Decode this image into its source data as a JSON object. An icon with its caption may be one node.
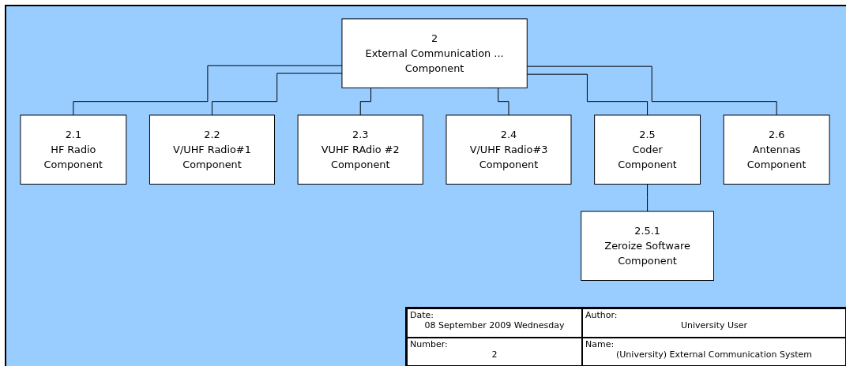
{
  "diagram": {
    "nodes": [
      {
        "text": [
          "2",
          "External Communication ...",
          "Component"
        ]
      },
      {
        "text": [
          "2.1",
          "HF Radio",
          "Component"
        ]
      },
      {
        "text": [
          "2.2",
          "V/UHF Radio#1",
          "Component"
        ]
      },
      {
        "text": [
          "2.3",
          "VUHF RAdio #2",
          "Component"
        ]
      },
      {
        "text": [
          "2.4",
          "V/UHF Radio#3",
          "Component"
        ]
      },
      {
        "text": [
          "2.5",
          "Coder",
          "Component"
        ]
      },
      {
        "text": [
          "2.6",
          "Antennas",
          "Component"
        ]
      },
      {
        "text": [
          "2.5.1",
          "Zeroize Software",
          "Component"
        ]
      }
    ],
    "edges": [
      {
        "from": 0,
        "to": 1,
        "arrow": "none"
      },
      {
        "from": 0,
        "to": 2,
        "arrow": "none"
      },
      {
        "from": 0,
        "to": 3,
        "arrow": "none"
      },
      {
        "from": 0,
        "to": 4,
        "arrow": "none"
      },
      {
        "from": 0,
        "to": 5,
        "arrow": "none"
      },
      {
        "from": 0,
        "to": 6,
        "arrow": "none"
      },
      {
        "from": 5,
        "to": 7,
        "arrow": "none"
      }
    ],
    "labels": [
      "Date:",
      "08 September 2009 Wednesday",
      "Author:",
      "University User",
      "Number:",
      "2",
      "Name:",
      "(University) External Communication System"
    ]
  }
}
